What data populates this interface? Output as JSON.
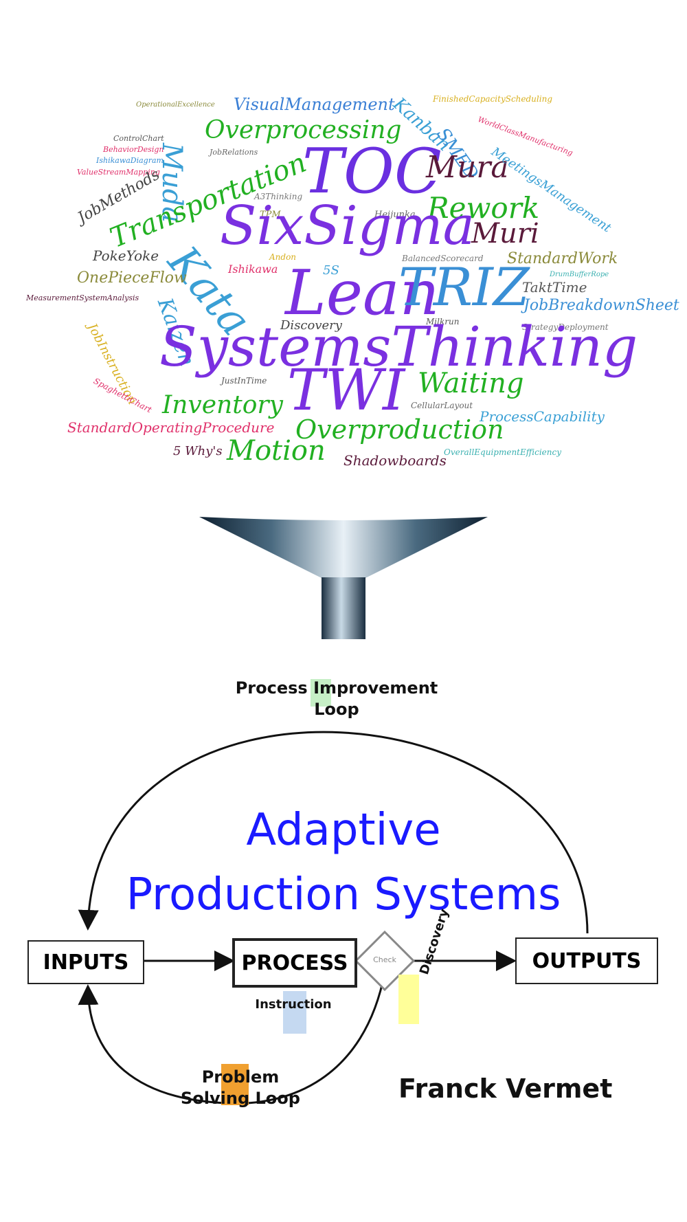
{
  "word_cloud": [
    {
      "id": "ops",
      "text": "OperationalExcellence",
      "color": "#8a8a3a"
    },
    {
      "id": "vm",
      "text": "VisualManagement",
      "color": "#3a7fd5"
    },
    {
      "id": "kanban",
      "text": "Kanban",
      "color": "#3aa0d5"
    },
    {
      "id": "fcs",
      "text": "FinishedCapacityScheduling",
      "color": "#d8b020"
    },
    {
      "id": "wcm",
      "text": "WorldClassManufacturing",
      "color": "#e0306a"
    },
    {
      "id": "overproc",
      "text": "Overprocessing",
      "color": "#22b022"
    },
    {
      "id": "smed",
      "text": "SMED",
      "color": "#3a8fd5"
    },
    {
      "id": "controlchart",
      "text": "ControlChart",
      "color": "#555555"
    },
    {
      "id": "behavior",
      "text": "BehaviorDesign",
      "color": "#e0306a"
    },
    {
      "id": "ishidiag",
      "text": "IshikawaDiagram",
      "color": "#3a8fd5"
    },
    {
      "id": "vsm",
      "text": "ValueStreamMapping",
      "color": "#e0306a"
    },
    {
      "id": "muda",
      "text": "Muda",
      "color": "#3a9fd5"
    },
    {
      "id": "jobrel",
      "text": "JobRelations",
      "color": "#666666"
    },
    {
      "id": "toc",
      "text": "TOC",
      "color": "#6a2fe0"
    },
    {
      "id": "mura",
      "text": "Mura",
      "color": "#5a1a3a"
    },
    {
      "id": "meetings",
      "text": "MeetingsManagement",
      "color": "#3aa0d5"
    },
    {
      "id": "jobmethods",
      "text": "JobMethods",
      "color": "#444444"
    },
    {
      "id": "transport",
      "text": "Transportation",
      "color": "#22b022"
    },
    {
      "id": "athinking",
      "text": "A3Thinking",
      "color": "#777777"
    },
    {
      "id": "rework",
      "text": "Rework",
      "color": "#22b022"
    },
    {
      "id": "tpm",
      "text": "TPM",
      "color": "#8a8a3a"
    },
    {
      "id": "heijunka",
      "text": "Heijunka",
      "color": "#666666"
    },
    {
      "id": "sixsigma",
      "text": "SixSigma",
      "color": "#7a30e0"
    },
    {
      "id": "muri",
      "text": "Muri",
      "color": "#5a1a3a"
    },
    {
      "id": "pokeyoke",
      "text": "PokeYoke",
      "color": "#444444"
    },
    {
      "id": "kata",
      "text": "Kata",
      "color": "#3a9fd5"
    },
    {
      "id": "andon",
      "text": "Andon",
      "color": "#d8b020"
    },
    {
      "id": "bsc",
      "text": "BalancedScorecard",
      "color": "#777777"
    },
    {
      "id": "stdwork",
      "text": "StandardWork",
      "color": "#8a8a3a"
    },
    {
      "id": "opf",
      "text": "OnePieceFlow",
      "color": "#8a8a3a"
    },
    {
      "id": "ishikawa",
      "text": "Ishikawa",
      "color": "#e0306a"
    },
    {
      "id": "fives",
      "text": "5S",
      "color": "#3a9fd5"
    },
    {
      "id": "lean",
      "text": "Lean",
      "color": "#7a30e0"
    },
    {
      "id": "triz",
      "text": "TRIZ",
      "color": "#3a8fd5"
    },
    {
      "id": "dbr",
      "text": "DrumBufferRope",
      "color": "#3ab0b0"
    },
    {
      "id": "takt",
      "text": "TaktTime",
      "color": "#555555"
    },
    {
      "id": "msa",
      "text": "MeasurementSystemAnalysis",
      "color": "#5a1a3a"
    },
    {
      "id": "kaizen",
      "text": "Kaizen",
      "color": "#3a9fd5"
    },
    {
      "id": "jbs",
      "text": "JobBreakdownSheet",
      "color": "#3a8fd5"
    },
    {
      "id": "discovery",
      "text": "Discovery",
      "color": "#444444"
    },
    {
      "id": "milkrun",
      "text": "Milkrun",
      "color": "#555555"
    },
    {
      "id": "strategy",
      "text": "StrategyDeployment",
      "color": "#777777"
    },
    {
      "id": "jobinst",
      "text": "JobInstruction",
      "color": "#d8b020"
    },
    {
      "id": "systhinking",
      "text": "SystemsThinking",
      "color": "#7a30e0"
    },
    {
      "id": "jit",
      "text": "JustInTime",
      "color": "#555555"
    },
    {
      "id": "spaghetti",
      "text": "SpaghettiChart",
      "color": "#e0306a"
    },
    {
      "id": "twi",
      "text": "TWI",
      "color": "#7a30e0"
    },
    {
      "id": "waiting",
      "text": "Waiting",
      "color": "#22b022"
    },
    {
      "id": "inventory",
      "text": "Inventory",
      "color": "#22b022"
    },
    {
      "id": "cellular",
      "text": "CellularLayout",
      "color": "#666666"
    },
    {
      "id": "proccap",
      "text": "ProcessCapability",
      "color": "#3aa0d5"
    },
    {
      "id": "sop",
      "text": "StandardOperatingProcedure",
      "color": "#e0306a"
    },
    {
      "id": "overprod",
      "text": "Overproduction",
      "color": "#22b022"
    },
    {
      "id": "fivewhy",
      "text": "5 Why's",
      "color": "#5a1a3a"
    },
    {
      "id": "motion",
      "text": "Motion",
      "color": "#22b022"
    },
    {
      "id": "shadow",
      "text": "Shadowboards",
      "color": "#5a1a3a"
    },
    {
      "id": "oee",
      "text": "OverallEquipmentEfficiency",
      "color": "#3ab0b0"
    }
  ],
  "diagram": {
    "top_loop_label": "Process Improvement Loop",
    "title_line1": "Adaptive",
    "title_line2": "Production Systems",
    "inputs": "INPUTS",
    "process": "PROCESS",
    "outputs": "OUTPUTS",
    "check": "Check",
    "instruction": "Instruction",
    "discovery": "Discovery",
    "bottom_loop_line1": "Problem",
    "bottom_loop_line2": "Solving Loop",
    "author": "Franck Vermet",
    "colors": {
      "title": "#1a1aff",
      "green_tab": "#c6efc6",
      "blue_tab": "#c5d9f1",
      "yellow_tab": "#ffff99",
      "orange_tab": "#f0a030"
    }
  }
}
